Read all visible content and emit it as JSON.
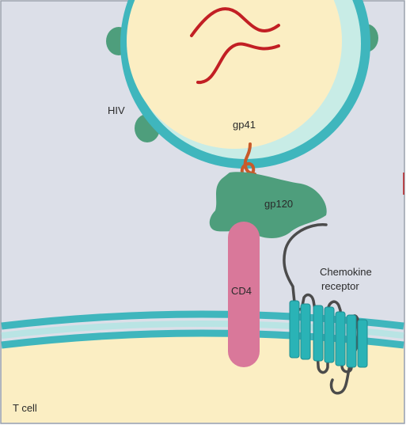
{
  "labels": {
    "hiv": "HIV",
    "gp41": "gp41",
    "gp120": "gp120",
    "cd4": "CD4",
    "chemokine_line1": "Chemokine",
    "chemokine_line2": "receptor",
    "t_cell": "T cell"
  },
  "colors": {
    "background": "#dcdfe8",
    "virus_envelope": "#3fb6bd",
    "virus_interior": "#fbeec3",
    "envelope_knobs": "#4e9e7c",
    "rna_strands": "#c21f24",
    "gp41_loop": "#c85a2a",
    "gp120": "#4e9e7c",
    "cd4": "#d9789a",
    "membrane": "#3fb6bd",
    "t_cell_cytoplasm": "#fbeec3",
    "chemokine_receptor_helices": "#2ab3b6",
    "receptor_chain": "#4b4b4b"
  }
}
